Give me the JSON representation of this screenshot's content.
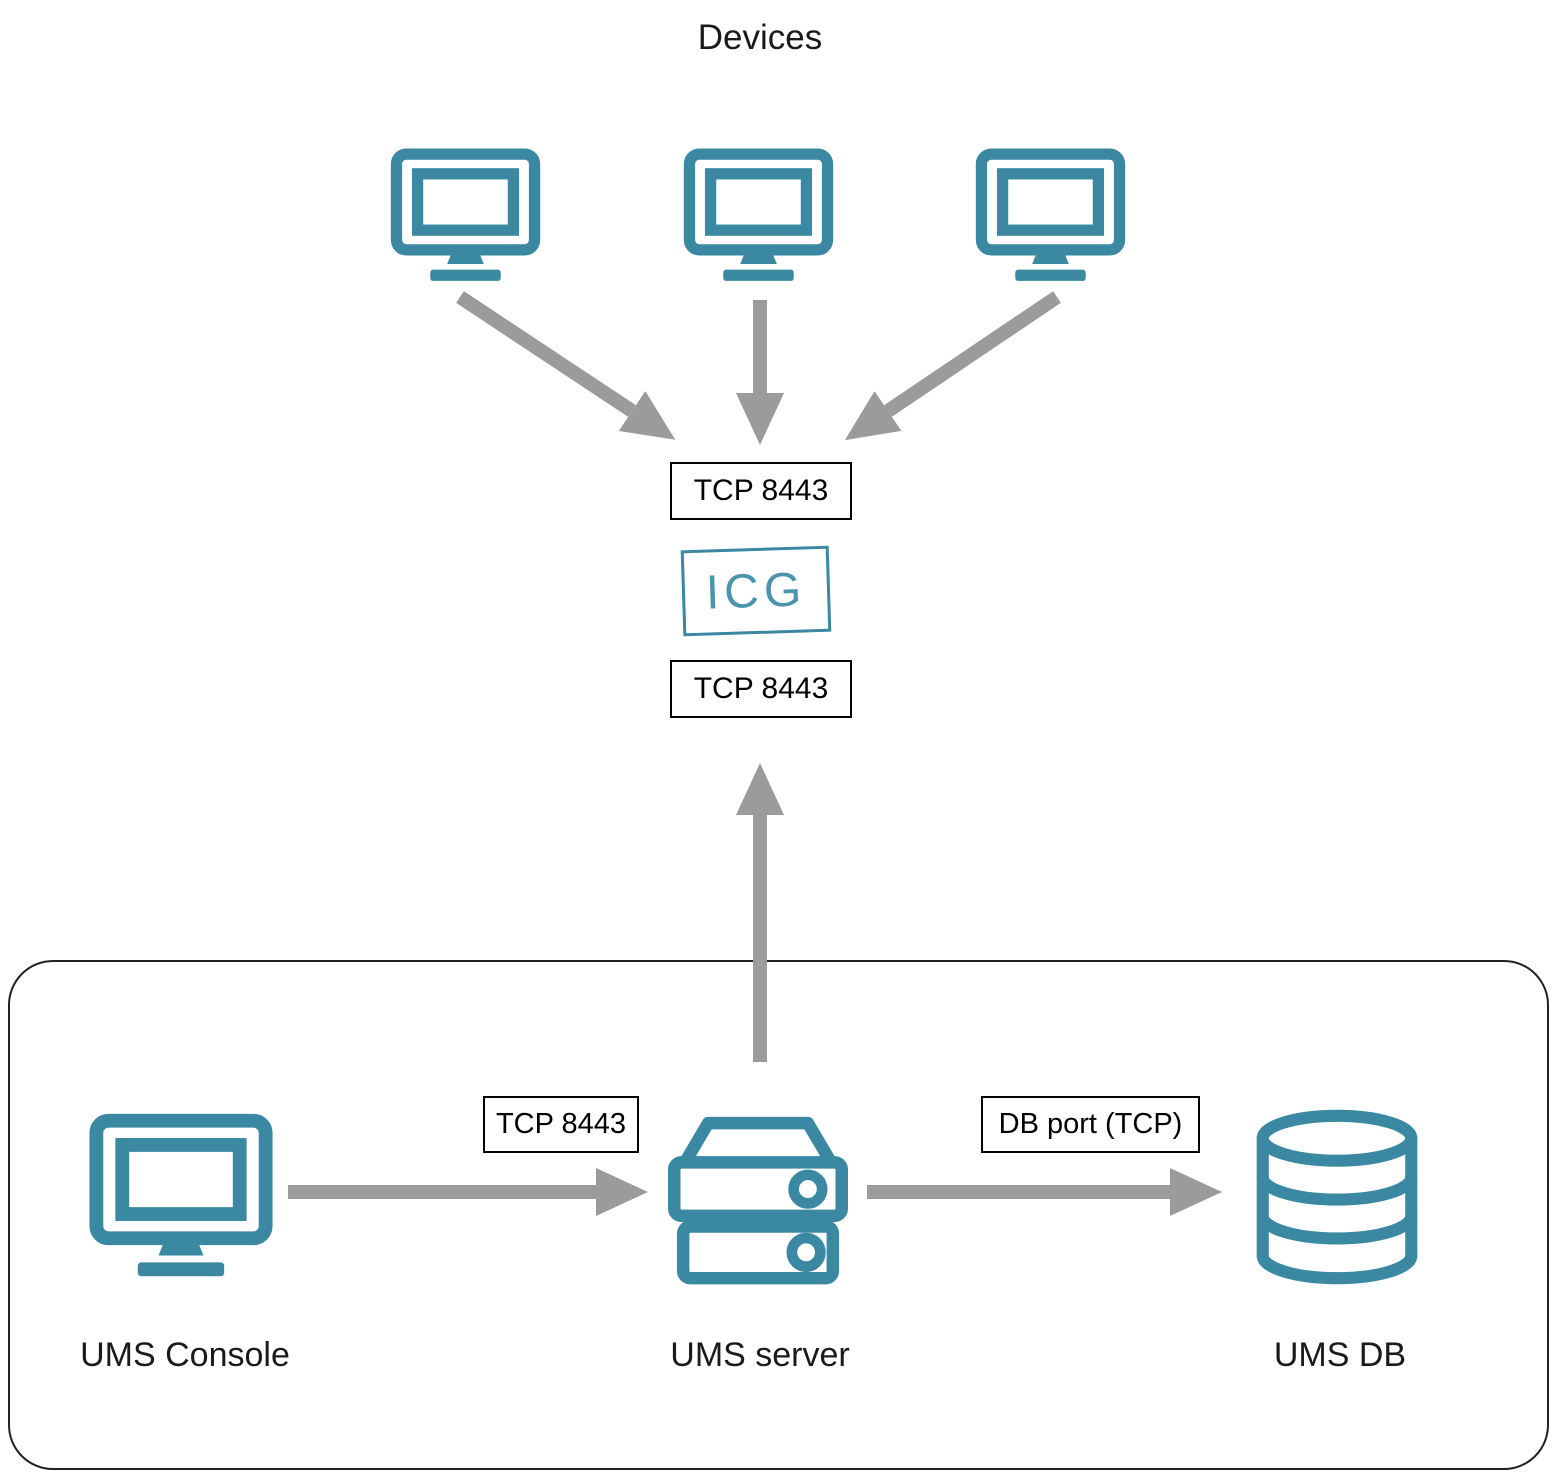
{
  "title": "Devices",
  "colors": {
    "node_teal": "#3A88A2",
    "arrow_gray": "#9B9B9B",
    "box_border": "#000000"
  },
  "port_labels": {
    "devices_to_icg": "TCP 8443",
    "icg_from_ums": "TCP 8443",
    "console_to_server": "TCP 8443",
    "server_to_db": "DB port (TCP)"
  },
  "gateway": {
    "label": "ICG"
  },
  "nodes": {
    "devices": {
      "count": 3,
      "icon": "monitor-icon"
    },
    "console": {
      "label": "UMS Console",
      "icon": "monitor-icon"
    },
    "server": {
      "label": "UMS server",
      "icon": "server-icon"
    },
    "db": {
      "label": "UMS DB",
      "icon": "database-icon"
    }
  }
}
